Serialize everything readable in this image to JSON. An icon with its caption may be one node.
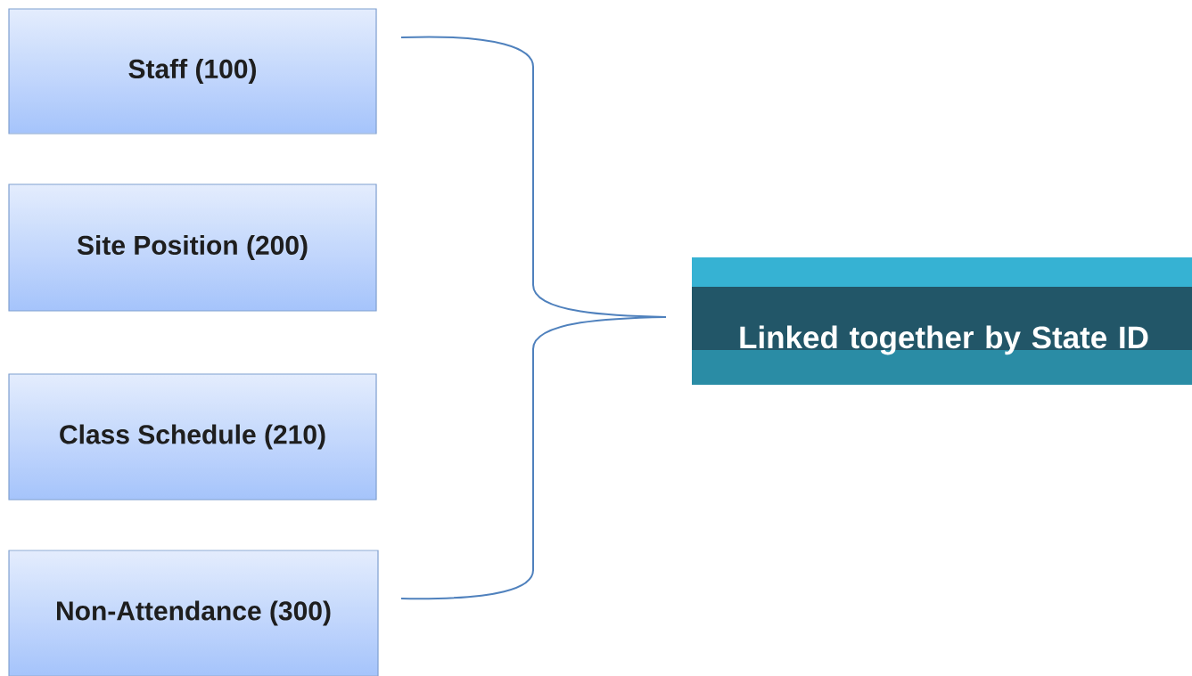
{
  "diagram": {
    "nodes": [
      {
        "text": [
          "Staff (100)"
        ]
      },
      {
        "text": [
          "Site Position (200)"
        ]
      },
      {
        "text": [
          "Class Schedule (210)"
        ]
      },
      {
        "text": [
          "Non-Attendance (300)"
        ]
      },
      {
        "text": [
          "Linked together by State ID"
        ]
      }
    ]
  }
}
